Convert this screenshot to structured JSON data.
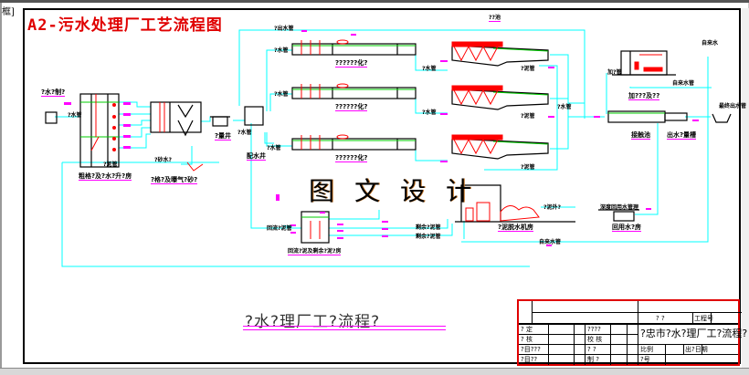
{
  "window": {
    "corner_tag": "框]"
  },
  "drawing": {
    "title": "A2-污水处理厂工艺流程图",
    "watermark": "图文设计",
    "bottom_title": "?水?理厂工?流程?",
    "colors": {
      "title": "#e00000",
      "pipe": "#00ffff",
      "equipment": "#ff0000",
      "tag": "#ff00ff",
      "water_level": "#00cc00",
      "outline": "#000000"
    },
    "units": [
      {
        "id": "inlet",
        "label": "?水?制?"
      },
      {
        "id": "inlet-well",
        "label": "?水管"
      },
      {
        "id": "screen-pump",
        "label": "粗格?及?水?升?房"
      },
      {
        "id": "grit",
        "label": "?格?及曝气?砂?"
      },
      {
        "id": "grit-out",
        "label": "?砂水?"
      },
      {
        "id": "meter-well",
        "label": "?量井"
      },
      {
        "id": "distribution",
        "label": "配水井"
      },
      {
        "id": "a2o-1",
        "label": "??????化?"
      },
      {
        "id": "a2o-2",
        "label": "??????化?"
      },
      {
        "id": "a2o-3",
        "label": "??????化?"
      },
      {
        "id": "clarifier-group",
        "label": "??池"
      },
      {
        "id": "return-pump",
        "label": "回流?泥及剩余?泥?房"
      },
      {
        "id": "dewater",
        "label": "?泥脱水机房"
      },
      {
        "id": "chem",
        "label": "加???及??"
      },
      {
        "id": "contact",
        "label": "接触池"
      },
      {
        "id": "outlet-meter",
        "label": "出水?量槽"
      },
      {
        "id": "reuse",
        "label": "回用水?房"
      },
      {
        "id": "reuse-tank",
        "label": "深度回用水管理"
      },
      {
        "id": "outfall",
        "label": "最终出水管"
      }
    ],
    "pipe_labels": [
      "?水管",
      "?出水管",
      "?水管",
      "?水管",
      "?泥管",
      "?水管",
      "回流?泥管",
      "剩余?泥管",
      "剩余?泥管",
      "?泥管",
      "自来水管",
      "自来水管",
      "回用水管",
      "加?管",
      "?泥外?",
      "自来水"
    ]
  },
  "title_block": {
    "project": "?忠市?水?理厂工?流程?",
    "design_stage_label": "? ?",
    "job_no_label": "工程号",
    "scale_label": "比例",
    "date_label": "出?日期",
    "drawing_no_label": "?号",
    "rows_left": [
      "? 定",
      "? 核",
      "?目???",
      "?目??"
    ],
    "rows_mid": [
      "????",
      "校 核",
      "? ?",
      "制 ?"
    ]
  }
}
